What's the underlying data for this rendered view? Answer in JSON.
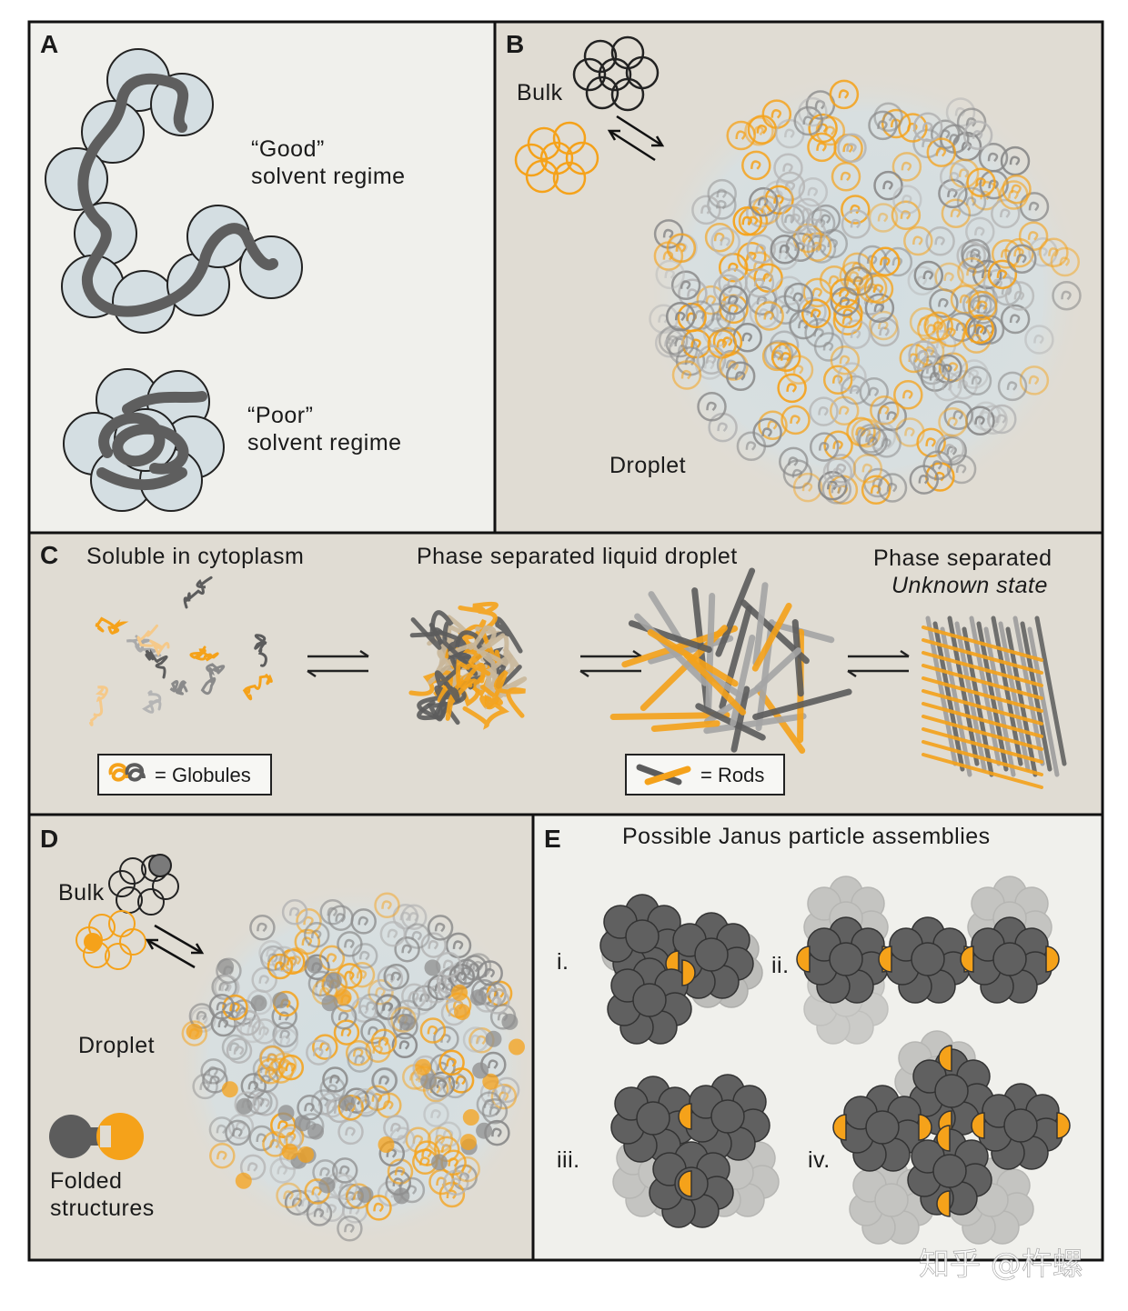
{
  "panels": {
    "a": {
      "letter": "A",
      "good_line1": "“Good”",
      "good_line2": "solvent regime",
      "poor_line1": "“Poor”",
      "poor_line2": "solvent regime"
    },
    "b": {
      "letter": "B",
      "bulk": "Bulk",
      "droplet": "Droplet"
    },
    "c": {
      "letter": "C",
      "soluble": "Soluble in cytoplasm",
      "liquid": "Phase separated liquid droplet",
      "separated": "Phase separated",
      "unknown": "Unknown state",
      "globules_legend": "= Globules",
      "rods_legend": "= Rods"
    },
    "d": {
      "letter": "D",
      "bulk": "Bulk",
      "droplet": "Droplet",
      "folded1": "Folded",
      "folded2": "structures"
    },
    "e": {
      "letter": "E",
      "title": "Possible Janus particle assemblies",
      "i": "i.",
      "ii": "ii.",
      "iii": "iii.",
      "iv": "iv."
    }
  },
  "watermark": "知乎 @杵螺",
  "colors": {
    "orange": "#f5a21a",
    "dark_gray": "#5c5c5c",
    "mid_gray": "#8a8a8a",
    "light_blue": "#d4dee2",
    "panel_light": "#f0f0ec",
    "panel_beige": "#e0dcd3"
  }
}
